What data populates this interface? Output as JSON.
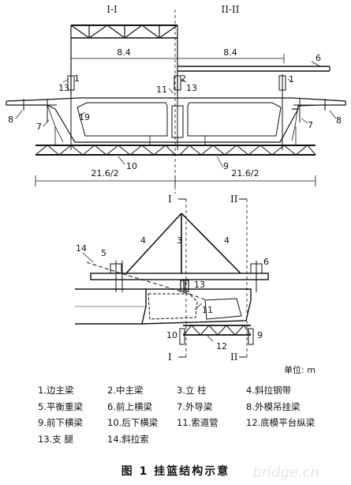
{
  "section_labels": {
    "top_left": "I-I",
    "top_right": "II-II",
    "mark_I_top": "I",
    "mark_II_top": "II",
    "mark_I_bottom": "I",
    "mark_II_bottom": "II"
  },
  "dimensions": {
    "spacing_left": "8.4",
    "spacing_right": "8.4",
    "half_width_left": "21.6/2",
    "half_width_right": "21.6/2"
  },
  "callouts": {
    "top": [
      "1",
      "13",
      "11",
      "2",
      "13",
      "1",
      "6",
      "8",
      "7",
      "19",
      "10",
      "9",
      "7",
      "8"
    ],
    "bottom": [
      "4",
      "3",
      "4",
      "14",
      "5",
      "6",
      "13",
      "11",
      "10",
      "12",
      "9"
    ]
  },
  "unit": "单位: m",
  "legend": [
    [
      "1.边主梁",
      "2.中主梁",
      "3.立 柱",
      "4.斜拉钢带"
    ],
    [
      "5.平衡重梁",
      "6.前上横梁",
      "7.外导梁",
      "8.外模吊挂梁"
    ],
    [
      "9.前下横梁",
      "10.后下横梁",
      "11.索道管",
      "12.底模平台纵梁"
    ],
    [
      "13.支 腿",
      "14.斜拉索",
      "",
      ""
    ]
  ],
  "caption": "图 1  挂篮结构示意",
  "watermark": "bridge.cn"
}
